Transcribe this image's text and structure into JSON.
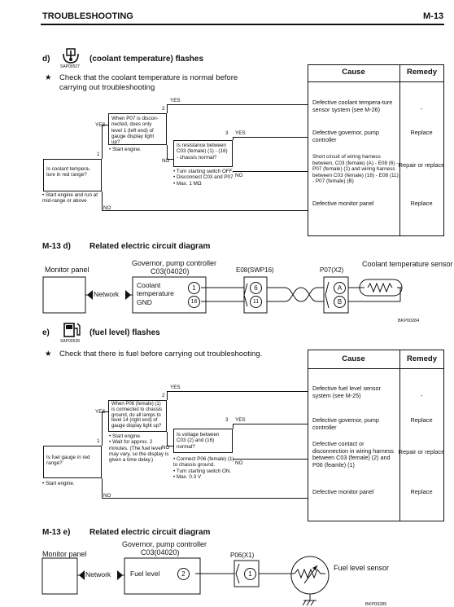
{
  "header": {
    "title": "TROUBLESHOOTING",
    "page": "M-13"
  },
  "sec_d": {
    "letter": "d)",
    "icon_code": "SAP00527",
    "title": "(coolant temperature) flashes",
    "check": "Check that the coolant temperature is normal before carrying out troubleshooting",
    "col_cause": "Cause",
    "col_remedy": "Remedy",
    "q1": "Is coolant tempera-ture in red range?",
    "q1_note": "• Start engine and run at mid-range or above",
    "q2": "When P07 is discon-nected, does only level 1 (left end) of gauge display light up?",
    "q2_note": "• Start engine.",
    "q3": "Is resistance between C03 (female) (1) - (16) - chassis normal?",
    "q3_note": "• Turn starting switch OFF.\n• Disconnect C03 and P07.\n• Max. 1 MΩ",
    "causes": [
      "Defective coolant tempera-ture sensor system (see M-26)",
      "Defective governor, pump controller",
      "Short circuit of wiring harness between, C03 (female) (A) - E08 (6) - P07 (female) (1) and wiring harness between C03 (female) (16) - E08 (11) - P07 (female) (B)",
      "Defective monitor panel"
    ],
    "remedies": [
      "-",
      "Replace",
      "Repair or replace",
      "Replace"
    ]
  },
  "circ_d": {
    "label": "M-13 d)",
    "title": "Related electric circuit diagram",
    "monitor": "Monitor panel",
    "controller": "Governor, pump controller",
    "controller_conn": "C03(04020)",
    "network": "Network",
    "coolant_temp": "Coolant temperature",
    "gnd": "GND",
    "pin1": "1",
    "pin16": "16",
    "e08": "E08(SWP16)",
    "e08_pin6": "6",
    "e08_pin11": "11",
    "p07": "P07(X2)",
    "p07_a": "A",
    "p07_b": "B",
    "sensor": "Coolant temperature sensor",
    "code": "BKP00284"
  },
  "sec_e": {
    "letter": "e)",
    "icon_code": "SAP00528",
    "title": "(fuel level) flashes",
    "check": "Check that there is fuel before carrying out troubleshooting.",
    "col_cause": "Cause",
    "col_remedy": "Remedy",
    "q1": "Is fuel gauge in red range?",
    "q1_note": "• Start engine.",
    "q2": "When P06 (female) (1) is connected to chassis ground, do all lamps to level 14 (right end) of gauge display light up?",
    "q2_note": "• Start engine.\n• Wait for approx. 2 minutes. (The fuel level may vary, so the display is given a time delay.)",
    "q3": "Is voltage between C03 (2) and (16) normal?",
    "q3_note": "• Connect P06 (female) (1) to chassis ground.\n• Turn starting switch ON.\n• Max. 0.3 V",
    "causes": [
      "Defective fuel level sensor system (see M-25)",
      "Defective governor, pump controller",
      "Defective contact or disconnection in wiring harness between C03 (female) (2) and P06 (feamle) (1)",
      "Defective monitor panel"
    ],
    "remedies": [
      "-",
      "Replace",
      "Repair or replace",
      "Replace"
    ]
  },
  "circ_e": {
    "label": "M-13 e)",
    "title": "Related electric circuit diagram",
    "monitor": "Monitor panel",
    "controller": "Governor, pump controller",
    "controller_conn": "C03(04020)",
    "network": "Network",
    "fuel_level": "Fuel level",
    "pin2": "2",
    "p06": "P06(X1)",
    "p06_pin1": "1",
    "sensor": "Fuel level sensor",
    "code": "BKP00285"
  },
  "flow": {
    "yes": "YES",
    "no": "NO",
    "n1": "1",
    "n2": "2",
    "n3": "3"
  }
}
